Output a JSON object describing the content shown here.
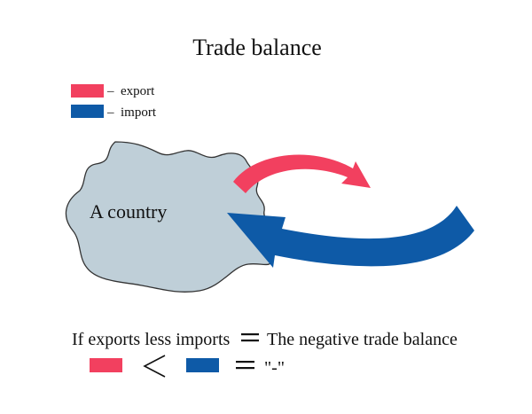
{
  "title": "Trade balance",
  "legend": {
    "export_label": "export",
    "import_label": "import",
    "dash": "–"
  },
  "country_label": "A country",
  "equation": {
    "left_text": "If exports less imports",
    "right_text": "The negative trade balance",
    "result_text": "\"-\""
  },
  "colors": {
    "export": "#f2405f",
    "import": "#0e5aa7",
    "country_fill": "#bfcfd8",
    "outline": "#333333",
    "text": "#111111"
  }
}
